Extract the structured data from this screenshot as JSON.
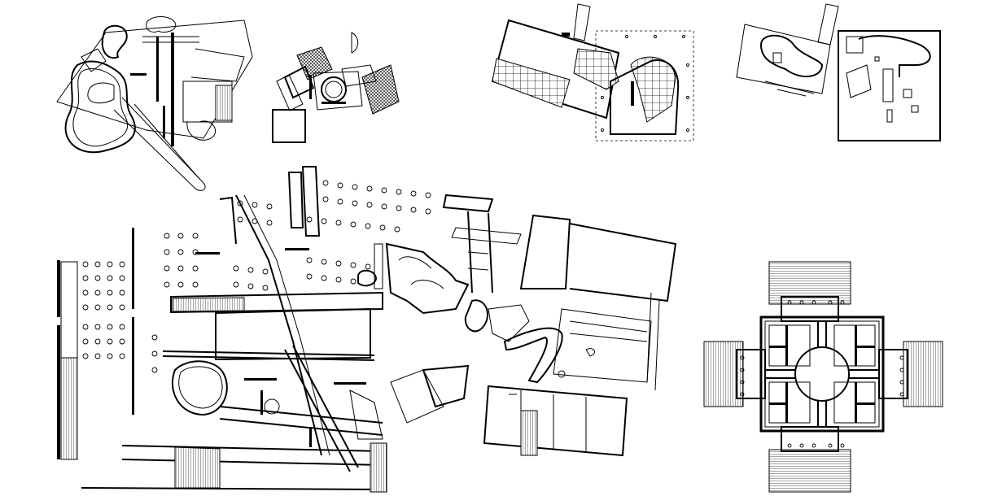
{
  "sheet": {
    "background": "#ffffff",
    "ink": "#000000",
    "drawings": [
      {
        "id": "plan-1",
        "name": "curvilinear-villa-plan"
      },
      {
        "id": "plan-2",
        "name": "rotated-pavilion-plan"
      },
      {
        "id": "plan-3",
        "name": "gridded-house-plan"
      },
      {
        "id": "plan-4",
        "name": "courtyard-house-plan"
      },
      {
        "id": "plan-5",
        "name": "large-layered-site-plan"
      },
      {
        "id": "plan-6",
        "name": "cruciform-rotunda-plan"
      }
    ]
  }
}
